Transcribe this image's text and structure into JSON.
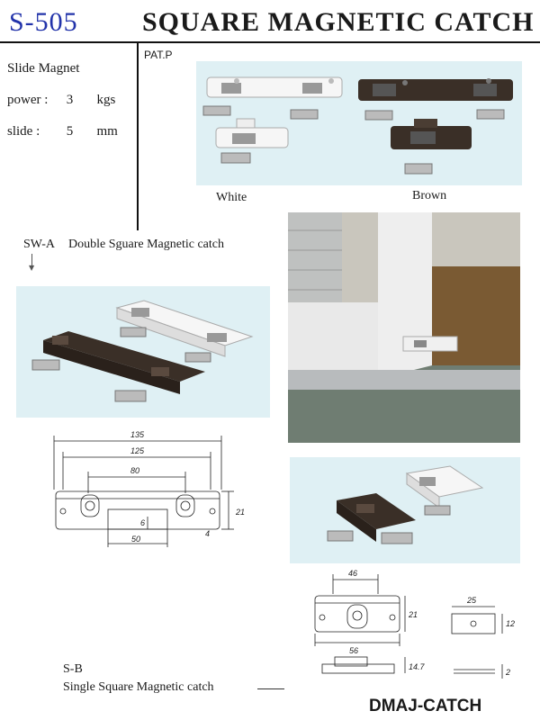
{
  "header": {
    "model": "S-505",
    "title": "SQUARE MAGNETIC CATCH"
  },
  "specs": {
    "type": "Slide Magnet",
    "power_label": "power :",
    "power_value": "3",
    "power_unit": "kgs",
    "slide_label": "slide :",
    "slide_value": "5",
    "slide_unit": "mm"
  },
  "patent": "PAT.P",
  "colors_caption": {
    "white": "White",
    "brown": "Brown"
  },
  "sw_a": {
    "code": "SW-A",
    "description": "Double Sguare Magnetic catch"
  },
  "sw_a_drawing": {
    "d135": "135",
    "d125": "125",
    "d80": "80",
    "d50": "50",
    "d21": "21",
    "d6": "6",
    "d4": "4"
  },
  "s_b": {
    "code": "S-B",
    "description": "Single Square Magnetic catch"
  },
  "s_b_drawing": {
    "d46": "46",
    "d56": "56",
    "d21": "21",
    "d25": "25",
    "d12": "12",
    "d147": "14.7",
    "d2": "2"
  },
  "brand": "DMAJ-CATCH",
  "colors": {
    "accent_blue": "#2233aa",
    "photo_bg": "#dff0f4",
    "brown": "#3a2f27",
    "white_part": "#f4f4f4"
  }
}
